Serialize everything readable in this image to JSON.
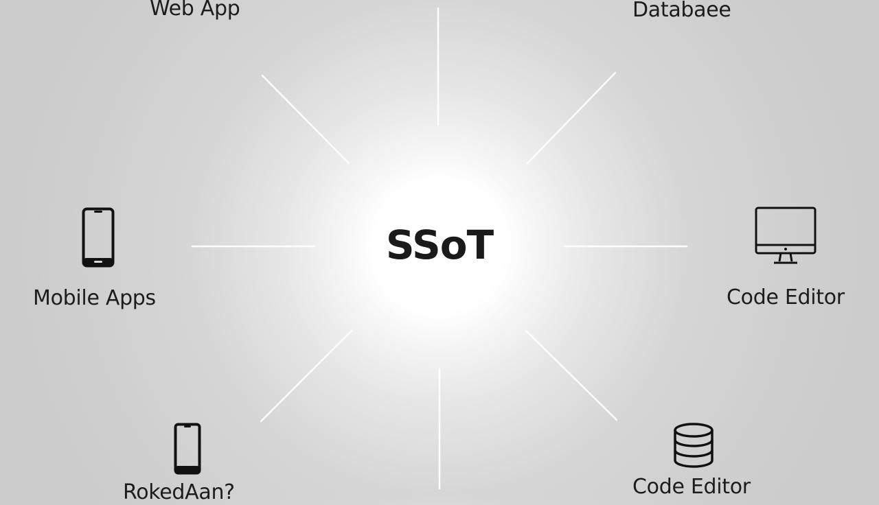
{
  "center": {
    "label": "SSoT"
  },
  "nodes": {
    "top_left": {
      "label": "Web App"
    },
    "top_right": {
      "label": "Databaee"
    },
    "left": {
      "label": "Mobile Apps",
      "icon": "smartphone-icon"
    },
    "right": {
      "label": "Code Editor",
      "icon": "monitor-icon"
    },
    "bottom_left": {
      "label": "RokedAan?",
      "icon": "smartphone-icon"
    },
    "bottom_right": {
      "label": "Code Editor",
      "icon": "database-icon"
    }
  }
}
